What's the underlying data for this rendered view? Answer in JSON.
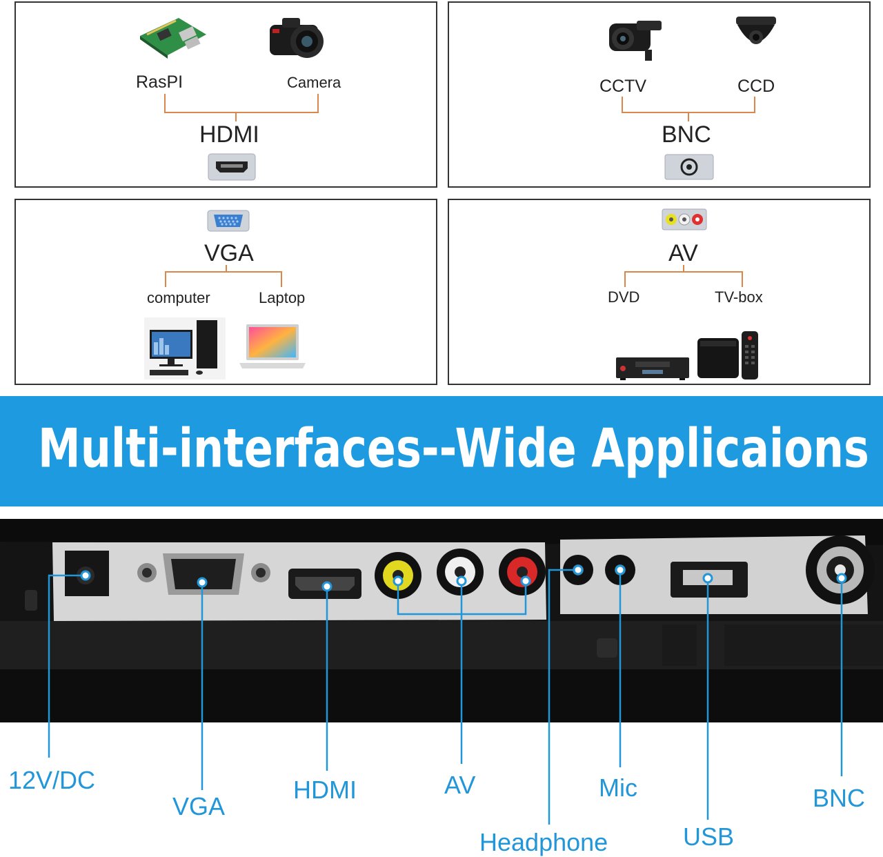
{
  "panels": {
    "hdmi": {
      "category": "HDMI",
      "left_label": "RasPI",
      "right_label": "Camera",
      "left_icon": "raspberry-pi-icon",
      "right_icon": "dslr-camera-icon",
      "port_icon": "hdmi-port-icon"
    },
    "bnc": {
      "category": "BNC",
      "left_label": "CCTV",
      "right_label": "CCD",
      "left_icon": "bullet-camera-icon",
      "right_icon": "dome-camera-icon",
      "port_icon": "bnc-port-icon"
    },
    "vga": {
      "category": "VGA",
      "left_label": "computer",
      "right_label": "Laptop",
      "left_icon": "desktop-computer-icon",
      "right_icon": "laptop-icon",
      "port_icon": "vga-port-icon"
    },
    "av": {
      "category": "AV",
      "left_label": "DVD",
      "right_label": "TV-box",
      "left_icon": "dvd-player-icon",
      "right_icon": "tv-box-icon",
      "port_icon": "av-port-icon"
    }
  },
  "banner": {
    "title": "Multi-interfaces--Wide Applicaions"
  },
  "ports": {
    "dc": "12V/DC",
    "vga": "VGA",
    "hdmi": "HDMI",
    "av": "AV",
    "headphone": "Headphone",
    "mic": "Mic",
    "usb": "USB",
    "bnc": "BNC"
  },
  "colors": {
    "banner": "#1e9be0",
    "connector": "#d9874a",
    "callout": "#2196d8",
    "device": "#1a1a1a",
    "port_plate": "#d6d6d6"
  }
}
